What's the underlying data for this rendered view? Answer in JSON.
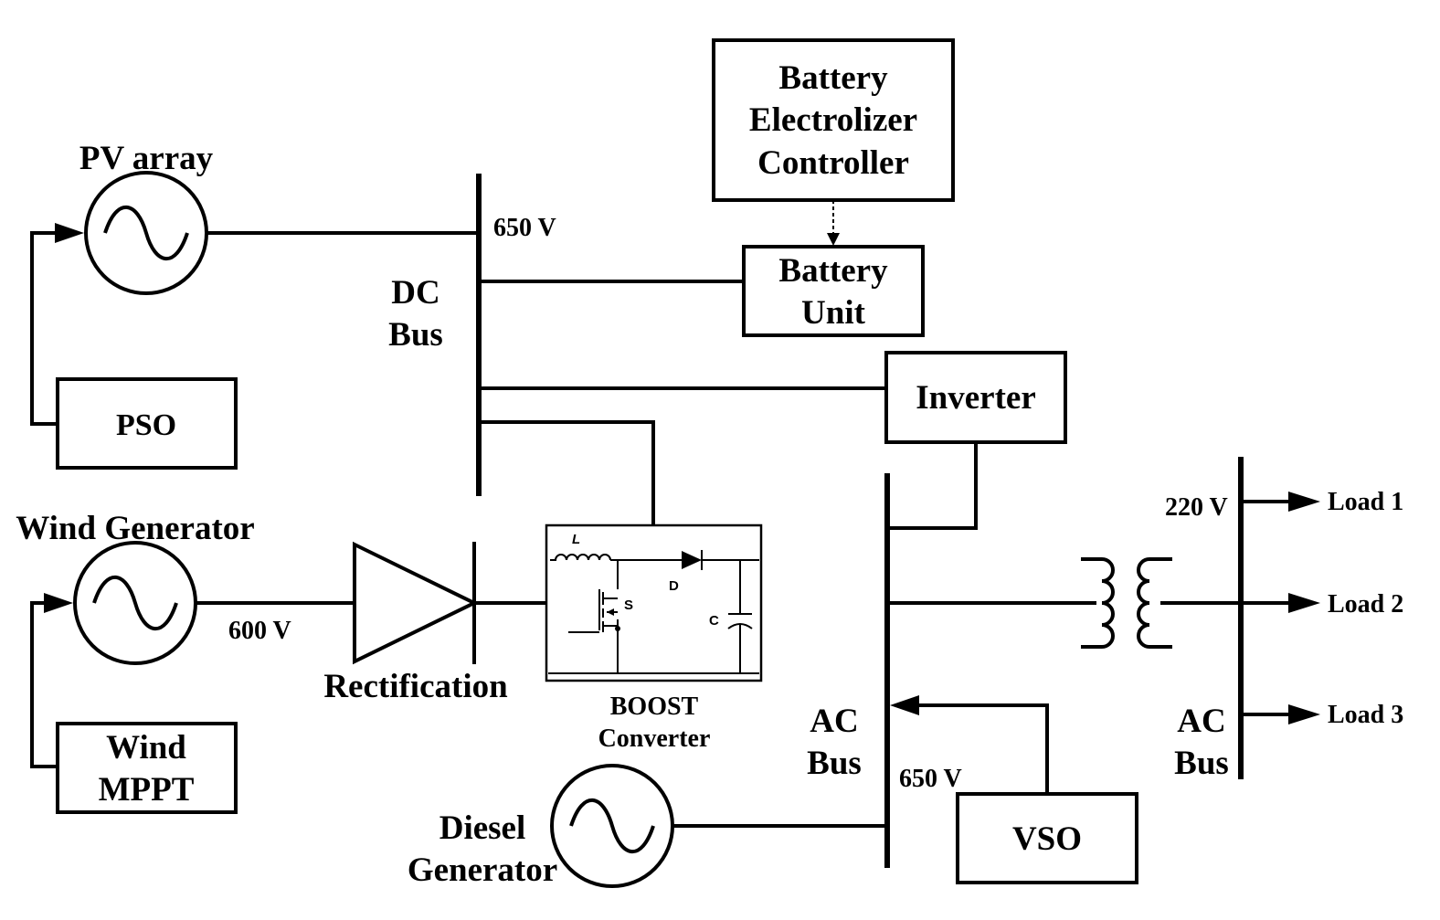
{
  "colors": {
    "stroke": "#000000",
    "background": "#ffffff"
  },
  "labels": {
    "pv_array": "PV array",
    "pso": "PSO",
    "wind_generator": "Wind Generator",
    "wind_mppt_1": "Wind",
    "wind_mppt_2": "MPPT",
    "v600": "600 V",
    "rectification": "Rectification",
    "boost_1": "BOOST",
    "boost_2": "Converter",
    "boost_L": "L",
    "boost_D": "D",
    "boost_S": "S",
    "boost_C": "C",
    "dc_bus_1": "DC",
    "dc_bus_2": "Bus",
    "dc_v650": "650 V",
    "bec_1": "Battery",
    "bec_2": "Electrolizer",
    "bec_3": "Controller",
    "battery_unit_1": "Battery",
    "battery_unit_2": "Unit",
    "inverter": "Inverter",
    "ac_bus_main_1": "AC",
    "ac_bus_main_2": "Bus",
    "ac_v650": "650 V",
    "vso": "VSO",
    "diesel_1": "Diesel",
    "diesel_2": "Generator",
    "v220": "220 V",
    "load_1": "Load 1",
    "load_2": "Load 2",
    "load_3": "Load 3",
    "ac_bus_load_1": "AC",
    "ac_bus_load_2": "Bus"
  }
}
